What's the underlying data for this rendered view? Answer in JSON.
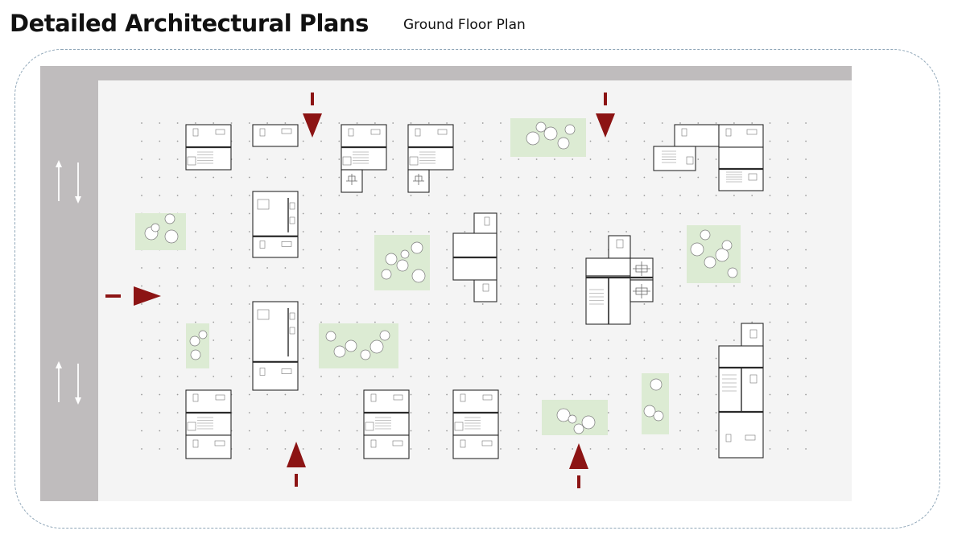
{
  "header": {
    "title": "Detailed Architectural Plans",
    "subtitle": "Ground Floor Plan"
  },
  "colors": {
    "road": "#bfbcbd",
    "site": "#f4f4f4",
    "green": "#dcebd3",
    "arrow": "#8c1414",
    "wall": "#2a2a2a",
    "frame": "#8fa6b8"
  },
  "plan": {
    "entrance_arrows": [
      "arrow-down-north-1",
      "arrow-down-north-2",
      "arrow-right-west",
      "arrow-up-south-1",
      "arrow-up-south-2"
    ],
    "traffic_icons": [
      "two-way-traffic-icon-top",
      "two-way-traffic-icon-bottom"
    ]
  }
}
